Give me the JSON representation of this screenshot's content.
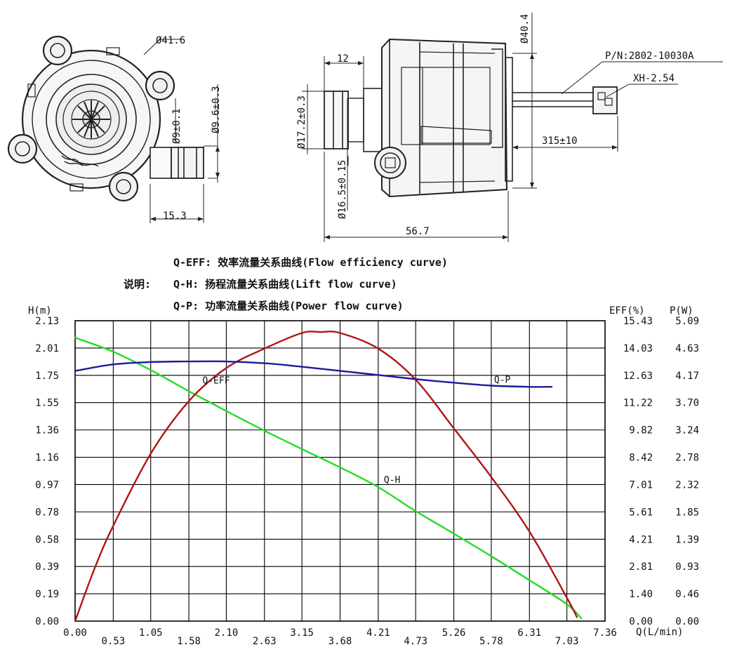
{
  "drawing": {
    "front_view": {
      "dims": {
        "outer_diameter": "Ø41.6",
        "outlet_outer": "Ø9.6±0.3",
        "outlet_inner": "Ø9±0.1",
        "outlet_offset": "15.3"
      }
    },
    "side_view": {
      "dims": {
        "inlet_length": "12",
        "height": "Ø40.4",
        "inlet_outer": "Ø17.2±0.3",
        "inlet_inner": "Ø16.5±0.15",
        "body_length": "56.7",
        "cable_length": "315±10",
        "part_number": "P/N:2802-10030A",
        "connector": "XH-2.54"
      }
    }
  },
  "legend": {
    "eff": "Q-EFF: 效率流量关系曲线(Flow efficiency curve)",
    "prefix": "说明:",
    "head": "Q-H: 扬程流量关系曲线(Lift flow curve)",
    "power": "Q-P: 功率流量关系曲线(Power flow curve)"
  },
  "chart_data": {
    "type": "line",
    "xlabel": "Q(L/min)",
    "ylabel_left": "H(m)",
    "ylabel_right": [
      "EFF(%)",
      "P(W)"
    ],
    "grid": true,
    "xlim": [
      0,
      7.36
    ],
    "x_ticks": [
      "0.00",
      "0.53",
      "1.05",
      "1.58",
      "2.10",
      "2.63",
      "3.15",
      "3.68",
      "4.21",
      "4.73",
      "5.26",
      "5.78",
      "6.31",
      "7.03",
      "7.36"
    ],
    "x_tick_values": [
      0,
      0.53,
      1.05,
      1.58,
      2.1,
      2.63,
      3.15,
      3.68,
      4.21,
      4.73,
      5.26,
      5.78,
      6.31,
      6.83,
      7.36
    ],
    "y_ticks_h": [
      "2.13",
      "2.01",
      "1.75",
      "1.55",
      "1.36",
      "1.16",
      "0.97",
      "0.78",
      "0.58",
      "0.39",
      "0.19",
      "0.00"
    ],
    "y_ticks_eff": [
      "15.43",
      "14.03",
      "12.63",
      "11.22",
      "9.82",
      "8.42",
      "7.01",
      "5.61",
      "4.21",
      "2.81",
      "1.40",
      "0.00"
    ],
    "y_ticks_p": [
      "5.09",
      "4.63",
      "4.17",
      "3.70",
      "3.24",
      "2.78",
      "2.32",
      "1.85",
      "1.39",
      "0.93",
      "0.46",
      "0.00"
    ],
    "ylim_h": [
      0,
      2.13
    ],
    "ylim_eff": [
      0,
      15.43
    ],
    "ylim_p": [
      0,
      5.09
    ],
    "series": [
      {
        "name": "Q-H",
        "axis": "h",
        "color": "#22dd22",
        "x": [
          0,
          0.53,
          1.05,
          1.58,
          2.1,
          2.63,
          3.15,
          3.68,
          4.21,
          4.73,
          5.26,
          5.78,
          6.31,
          6.83,
          7.03
        ],
        "y": [
          2.01,
          1.91,
          1.78,
          1.63,
          1.49,
          1.35,
          1.22,
          1.09,
          0.95,
          0.78,
          0.62,
          0.46,
          0.29,
          0.12,
          0.02
        ]
      },
      {
        "name": "Q-EFF",
        "axis": "eff",
        "color": "#b01515",
        "x": [
          0,
          0.27,
          0.53,
          1.05,
          1.58,
          2.1,
          2.63,
          3.15,
          3.41,
          3.68,
          4.21,
          4.73,
          5.26,
          5.78,
          6.31,
          6.83,
          6.97
        ],
        "y": [
          0,
          2.7,
          4.9,
          8.6,
          11.3,
          13.0,
          14.0,
          14.8,
          14.85,
          14.8,
          14.0,
          12.4,
          9.9,
          7.4,
          4.6,
          1.2,
          0.2
        ]
      },
      {
        "name": "Q-P",
        "axis": "p",
        "color": "#1c1c9a",
        "x": [
          0,
          0.53,
          1.05,
          1.58,
          2.1,
          2.63,
          3.15,
          3.68,
          4.21,
          4.73,
          5.26,
          5.78,
          6.31,
          6.62
        ],
        "y": [
          4.24,
          4.35,
          4.39,
          4.4,
          4.4,
          4.37,
          4.31,
          4.24,
          4.17,
          4.1,
          4.04,
          3.99,
          3.97,
          3.97
        ]
      }
    ]
  }
}
